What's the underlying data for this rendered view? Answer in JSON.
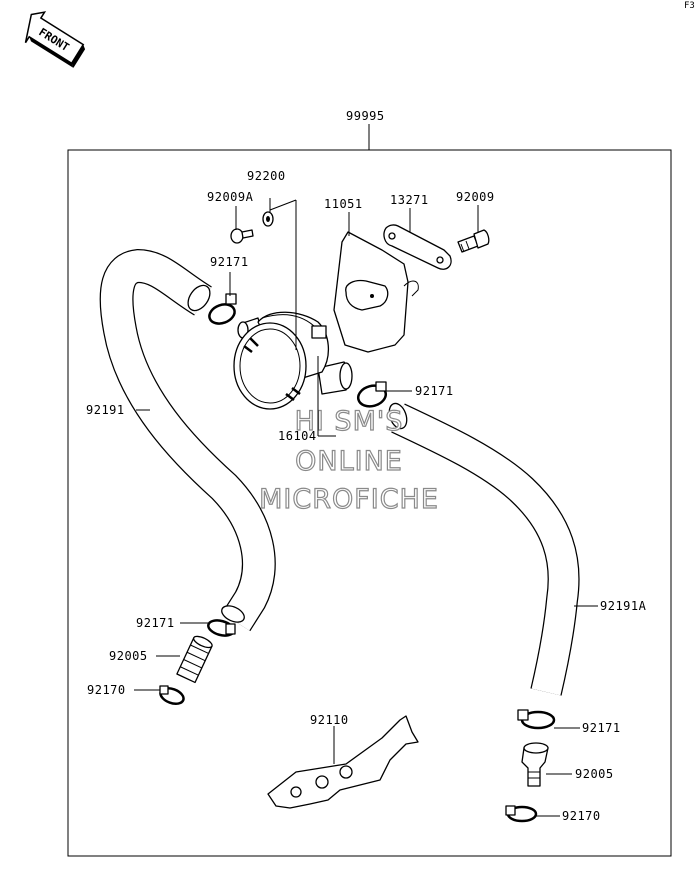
{
  "corner_code": "F3",
  "front_badge": "FRONT",
  "assembly_label": "99995",
  "watermark": [
    "HI SM'S",
    "ONLINE",
    "MICROFICHE"
  ],
  "callouts": [
    {
      "id": "92200",
      "text": "92200"
    },
    {
      "id": "92009A",
      "text": "92009A"
    },
    {
      "id": "11051",
      "text": "11051"
    },
    {
      "id": "13271",
      "text": "13271"
    },
    {
      "id": "92009",
      "text": "92009"
    },
    {
      "id": "92171-a",
      "text": "92171"
    },
    {
      "id": "92171-b",
      "text": "92171"
    },
    {
      "id": "92191",
      "text": "92191"
    },
    {
      "id": "16104",
      "text": "16104"
    },
    {
      "id": "92191A",
      "text": "92191A"
    },
    {
      "id": "92171-c",
      "text": "92171"
    },
    {
      "id": "92005-a",
      "text": "92005"
    },
    {
      "id": "92170-a",
      "text": "92170"
    },
    {
      "id": "92110",
      "text": "92110"
    },
    {
      "id": "92171-d",
      "text": "92171"
    },
    {
      "id": "92005-b",
      "text": "92005"
    },
    {
      "id": "92170-b",
      "text": "92170"
    }
  ]
}
